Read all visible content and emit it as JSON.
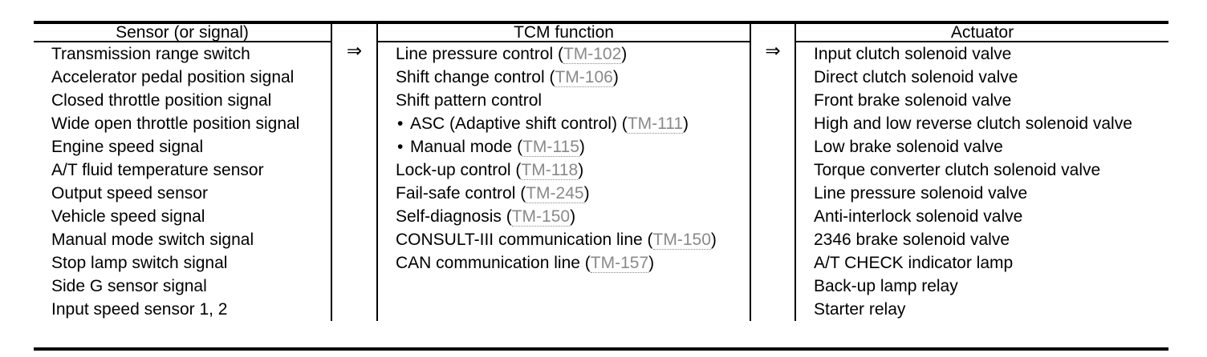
{
  "table": {
    "headers": {
      "sensor": "Sensor (or signal)",
      "tcm": "TCM function",
      "actuator": "Actuator"
    },
    "arrow_glyph": "⇒",
    "bullet_glyph": "•",
    "sensor_items": [
      "Transmission range switch",
      "Accelerator pedal position signal",
      "Closed throttle position signal",
      "Wide open throttle position signal",
      "Engine speed signal",
      "A/T fluid temperature sensor",
      "Output speed sensor",
      "Vehicle speed signal",
      "Manual mode switch signal",
      "Stop lamp switch signal",
      "Side G sensor signal",
      "Input speed sensor 1, 2"
    ],
    "tcm_items": [
      {
        "label": "Line pressure control",
        "ref": "TM-102",
        "bullet": false
      },
      {
        "label": "Shift change control",
        "ref": "TM-106",
        "bullet": false
      },
      {
        "label": "Shift pattern control",
        "ref": "",
        "bullet": false
      },
      {
        "label": "ASC (Adaptive shift control)",
        "ref": "TM-111",
        "bullet": true
      },
      {
        "label": "Manual mode",
        "ref": "TM-115",
        "bullet": true
      },
      {
        "label": "Lock-up control",
        "ref": "TM-118",
        "bullet": false
      },
      {
        "label": "Fail-safe control",
        "ref": "TM-245",
        "bullet": false
      },
      {
        "label": "Self-diagnosis",
        "ref": "TM-150",
        "bullet": false
      },
      {
        "label": "CONSULT-III communication line",
        "ref": "TM-150",
        "bullet": false
      },
      {
        "label": "CAN communication line",
        "ref": "TM-157",
        "bullet": false
      }
    ],
    "actuator_items": [
      "Input clutch solenoid valve",
      "Direct clutch solenoid valve",
      "Front brake solenoid valve",
      "High and low reverse clutch solenoid valve",
      "Low brake solenoid valve",
      "Torque converter clutch solenoid valve",
      "Line pressure solenoid valve",
      "Anti-interlock solenoid valve",
      "2346 brake solenoid valve",
      "A/T CHECK indicator lamp",
      "Back-up lamp relay",
      "Starter relay"
    ]
  },
  "colors": {
    "rule": "#000000",
    "text": "#000000",
    "reference_link": "#8a8a8a"
  }
}
